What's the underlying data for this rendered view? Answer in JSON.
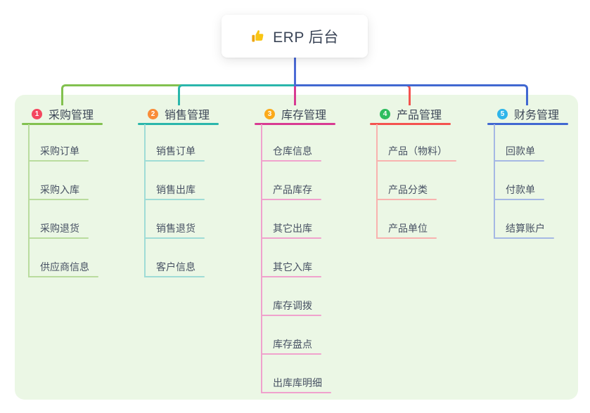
{
  "root": {
    "label": "ERP 后台",
    "icon": "thumbs-up-icon"
  },
  "branches": [
    {
      "num": "1",
      "label": "采购管理",
      "color": "#82c14f",
      "light_color": "#b9dc9e",
      "badge_color": "#f4475f",
      "children": [
        "采购订单",
        "采购入库",
        "采购退货",
        "供应商信息"
      ]
    },
    {
      "num": "2",
      "label": "销售管理",
      "color": "#2ab6ab",
      "light_color": "#9fdcd6",
      "badge_color": "#f98c38",
      "children": [
        "销售订单",
        "销售出库",
        "销售退货",
        "客户信息"
      ]
    },
    {
      "num": "3",
      "label": "库存管理",
      "color": "#d83b92",
      "light_color": "#f0a2cd",
      "badge_color": "#fbaa1a",
      "children": [
        "仓库信息",
        "产品库存",
        "其它出库",
        "其它入库",
        "库存调拨",
        "库存盘点",
        "出库库明细"
      ]
    },
    {
      "num": "4",
      "label": "产品管理",
      "color": "#f4534f",
      "light_color": "#f8b2af",
      "badge_color": "#2ebd5e",
      "children": [
        "产品（物料）",
        "产品分类",
        "产品单位"
      ]
    },
    {
      "num": "5",
      "label": "财务管理",
      "color": "#4168d1",
      "light_color": "#a5b8e4",
      "badge_color": "#2fb5ea",
      "children": [
        "回款单",
        "付款单",
        "结算账户"
      ]
    }
  ],
  "colors": {
    "root_line": "#4c6bd6",
    "panel_bg": "#ebf7e5",
    "page_bg": "#ffffff",
    "heading_text": "#3d4757",
    "child_text": "#475163"
  }
}
